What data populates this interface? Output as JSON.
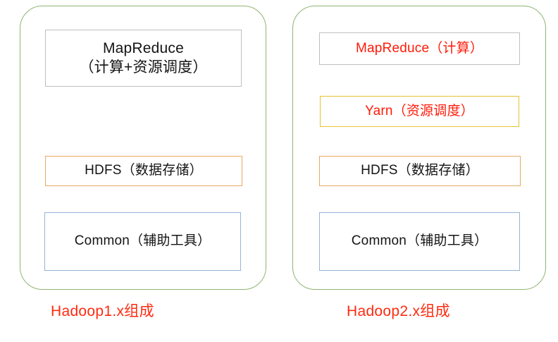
{
  "diagram": {
    "title_hidden": "",
    "colors": {
      "panel_border_green": "#8fb572",
      "box_border_gray": "#bfbfbf",
      "box_border_orange": "#e8a962",
      "box_border_blue": "#95b3d7",
      "box_border_gold": "#e5c233",
      "text_black": "#141414",
      "text_red": "#ff1a08",
      "caption_red": "#ff2a10",
      "background": "#ffffff"
    },
    "panels": [
      {
        "id": "hadoop1",
        "caption": "Hadoop1.x组成",
        "boxes": [
          {
            "id": "mapreduce",
            "label": "MapReduce\n（计算+资源调度）",
            "line1": "MapReduce",
            "line2": "（计算+资源调度）",
            "border_color": "#bfbfbf",
            "text_color": "#141414"
          },
          {
            "id": "hdfs",
            "label": "HDFS（数据存储）",
            "border_color": "#e8a962",
            "text_color": "#141414"
          },
          {
            "id": "common",
            "label": "Common（辅助工具）",
            "border_color": "#95b3d7",
            "text_color": "#141414"
          }
        ]
      },
      {
        "id": "hadoop2",
        "caption": "Hadoop2.x组成",
        "boxes": [
          {
            "id": "mapreduce",
            "label": "MapReduce（计算）",
            "border_color": "#bfbfbf",
            "text_color": "#ff1a08"
          },
          {
            "id": "yarn",
            "label": "Yarn（资源调度）",
            "border_color": "#e5c233",
            "text_color": "#ff1a08"
          },
          {
            "id": "hdfs",
            "label": "HDFS（数据存储）",
            "border_color": "#e8a962",
            "text_color": "#141414"
          },
          {
            "id": "common",
            "label": "Common（辅助工具）",
            "border_color": "#95b3d7",
            "text_color": "#141414"
          }
        ]
      }
    ]
  }
}
